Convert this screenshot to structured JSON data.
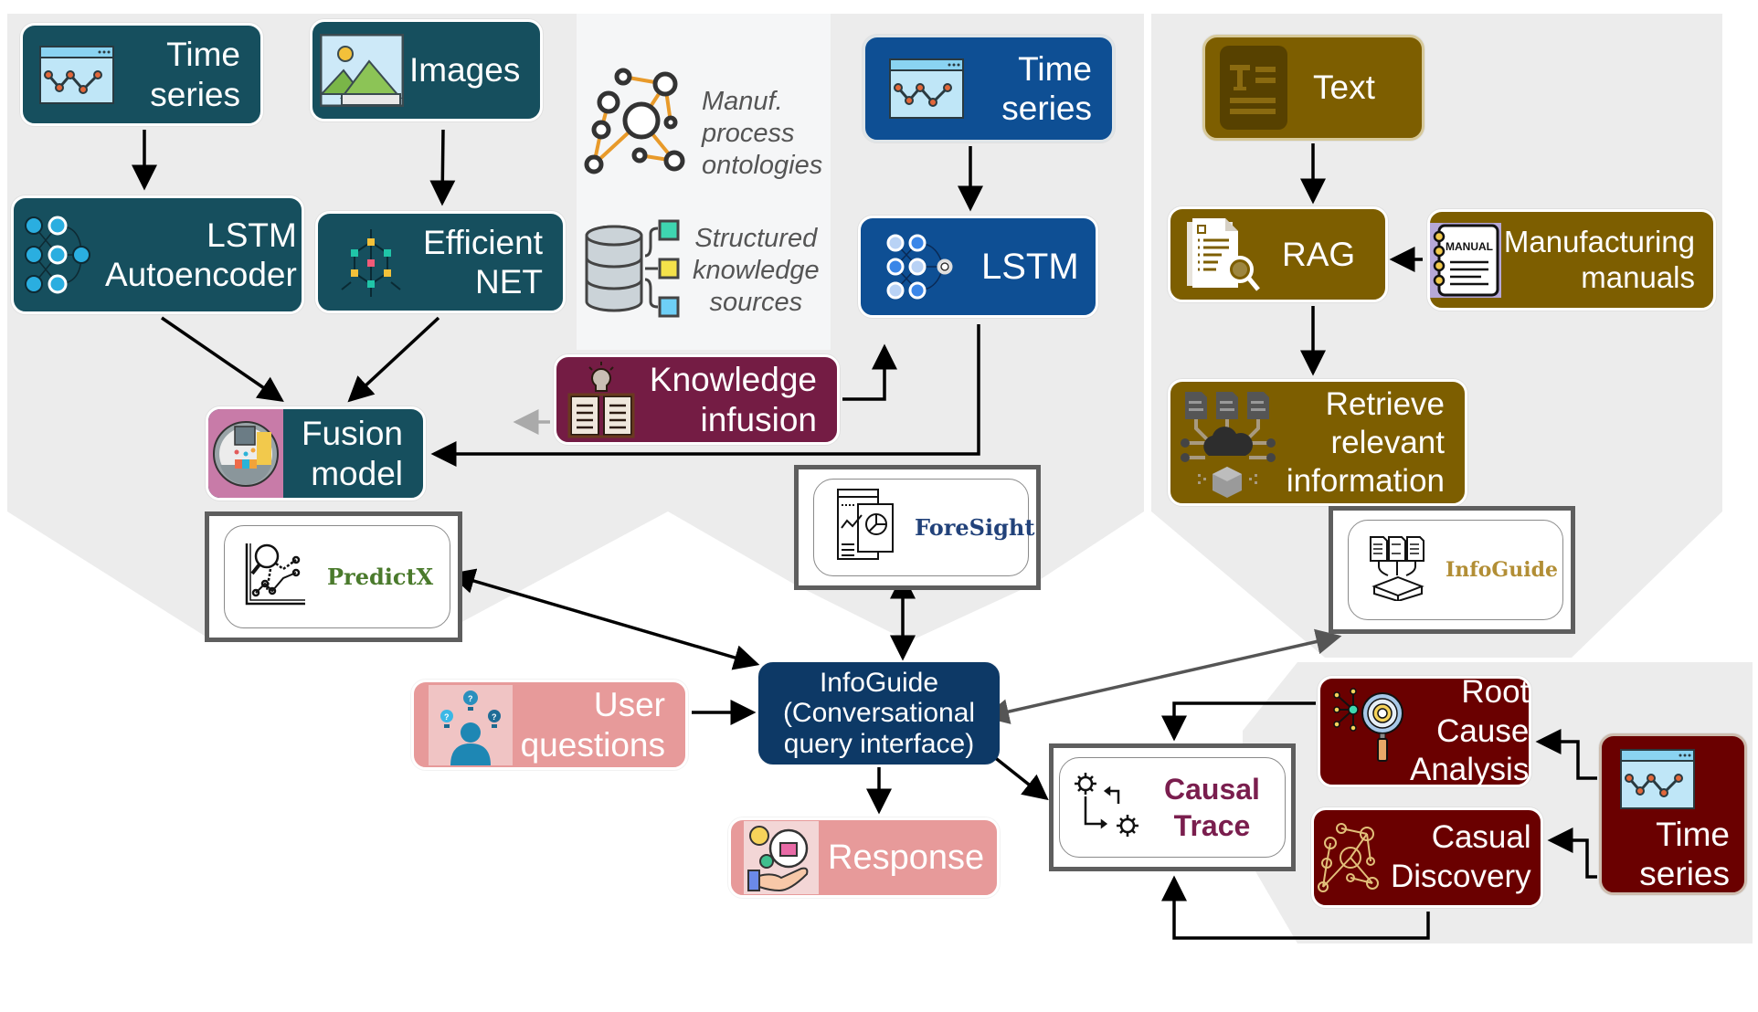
{
  "colors": {
    "teal": "#164f5e",
    "blue": "#0e4f94",
    "olive": "#7d5e00",
    "plum": "#741c44",
    "maroon": "#6a0000",
    "salmon": "#e79a9a",
    "navy": "#0d3966",
    "panel_gray": "#ececec",
    "panel_light": "#f5f6f7",
    "predictx_green": "#4a7a2c",
    "foresight_blue": "#22427a",
    "infoguide_gold": "#b28e35",
    "causal_purple": "#7a1e4e"
  },
  "panels": {
    "vision": {
      "time_series": {
        "label": "Time\nseries",
        "icon": "time-series-chart-icon"
      },
      "images": {
        "label": "Images",
        "icon": "landscape-image-icon"
      },
      "lstm_autoencoder": {
        "label": "LSTM\nAutoencoder",
        "icon": "neural-network-icon"
      },
      "efficient_net": {
        "label": "Efficient\nNET",
        "icon": "network-nodes-icon"
      },
      "fusion_model": {
        "label": "Fusion\nmodel",
        "icon": "fusion-icon"
      },
      "tool": {
        "name": "PredictX",
        "icon": "prediction-chart-icon"
      }
    },
    "knowledge": {
      "ontologies": {
        "label": "Manuf.\nprocess\nontologies",
        "icon": "ontology-graph-icon"
      },
      "structured": {
        "label": "Structured\nknowledge\nsources",
        "icon": "database-icon"
      },
      "infusion": {
        "label": "Knowledge\ninfusion",
        "icon": "book-lightbulb-icon"
      }
    },
    "forecast": {
      "time_series": {
        "label": "Time\nseries",
        "icon": "time-series-chart-icon"
      },
      "lstm": {
        "label": "LSTM",
        "icon": "neural-network-icon"
      },
      "tool": {
        "name": "ForeSight",
        "icon": "analytics-report-icon"
      }
    },
    "rag": {
      "text": {
        "label": "Text",
        "icon": "text-document-icon"
      },
      "rag": {
        "label": "RAG",
        "icon": "document-search-icon"
      },
      "manuals": {
        "label": "Manufacturing\nmanuals",
        "icon": "manual-notebook-icon"
      },
      "manual_badge": "MANUAL",
      "retrieve": {
        "label": "Retrieve\nrelevant\ninformation",
        "icon": "cloud-documents-icon"
      },
      "tool": {
        "name": "InfoGuide",
        "icon": "documents-merge-icon"
      }
    },
    "causal": {
      "root_cause": {
        "label": "Root\nCause\nAnalysis",
        "icon": "magnifier-gear-icon"
      },
      "discovery": {
        "label": "Casual\nDiscovery",
        "icon": "graph-nodes-icon"
      },
      "time_series": {
        "label": "Time\nseries",
        "icon": "time-series-chart-icon"
      },
      "tool": {
        "name": "Causal\nTrace",
        "icon": "gears-flow-icon"
      }
    }
  },
  "center": {
    "user_questions": {
      "label": "User\nquestions",
      "icon": "user-questions-icon"
    },
    "infoguide": {
      "label": "InfoGuide\n(Conversational\nquery interface)"
    },
    "response": {
      "label": "Response",
      "icon": "service-hand-icon"
    }
  }
}
